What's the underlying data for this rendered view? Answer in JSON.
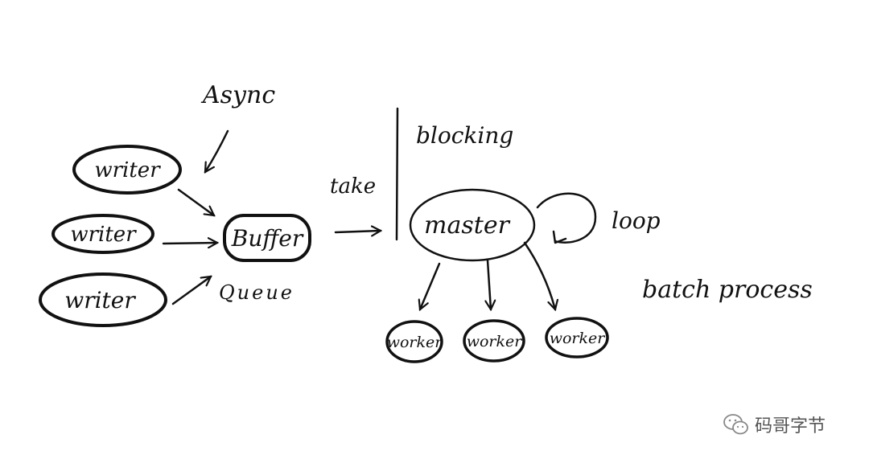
{
  "labels": {
    "async": "Async",
    "writers": [
      "writer",
      "writer",
      "writer"
    ],
    "buffer": "Buffer",
    "queue": "Queue",
    "take": "take",
    "blocking": "blocking",
    "master": "master",
    "loop": "loop",
    "batch_process": "batch process",
    "workers": [
      "worker",
      "worker",
      "worker"
    ]
  },
  "watermark": {
    "icon": "wechat-icon",
    "text": "码哥字节"
  }
}
